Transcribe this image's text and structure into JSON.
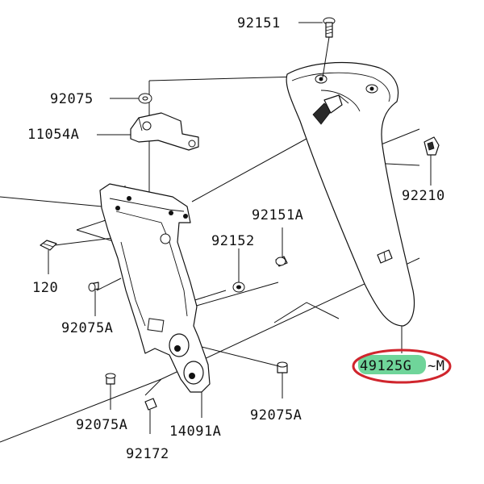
{
  "labels": {
    "p92151": "92151",
    "p92075_top": "92075",
    "p11054A": "11054A",
    "p92210": "92210",
    "p92151A": "92151A",
    "p92152": "92152",
    "p120": "120",
    "p92075A_left": "92075A",
    "p92075A_bottom_left": "92075A",
    "p14091A": "14091A",
    "p92075A_bottom_right": "92075A",
    "p92172": "92172",
    "p49125G": "49125G",
    "p49125G_suffix": "~M"
  },
  "colors": {
    "highlight_fill": "#6fd59a",
    "circle_stroke": "#d0252d",
    "line": "#111111"
  }
}
